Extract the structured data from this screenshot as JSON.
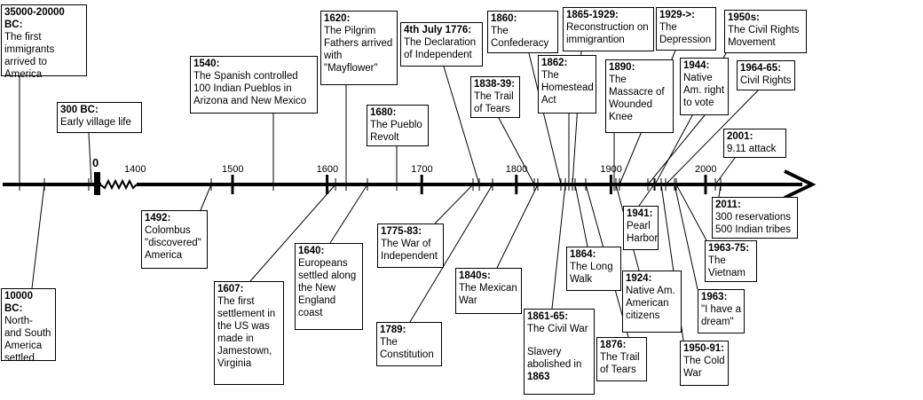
{
  "axis": {
    "zero_label": "0",
    "year_labels": [
      "1400",
      "1500",
      "1600",
      "1700",
      "1800",
      "1900",
      "2000"
    ]
  },
  "events": [
    {
      "id": "e35000",
      "date": "35000-20000 BC:",
      "text": "The first immigrants arrived to America"
    },
    {
      "id": "e10000",
      "date": "10000 BC:",
      "text": "North- and South America settled"
    },
    {
      "id": "e300bc",
      "date": "300 BC:",
      "text": "Early village life"
    },
    {
      "id": "e1492",
      "date": "1492:",
      "text": "Colombus \"discovered\" America"
    },
    {
      "id": "e1540",
      "date": "1540:",
      "text": "The Spanish controlled 100 Indian Pueblos in Arizona and New Mexico"
    },
    {
      "id": "e1607",
      "date": "1607:",
      "text": "The first settlement in the US was made in Jamestown, Virginia"
    },
    {
      "id": "e1620",
      "date": "1620:",
      "text": "The Pilgrim Fathers arrived with \"Mayflower\""
    },
    {
      "id": "e1640",
      "date": "1640:",
      "text": "Europeans settled along the New England coast"
    },
    {
      "id": "e1680",
      "date": "1680:",
      "text": "The Pueblo Revolt"
    },
    {
      "id": "e1776",
      "date": "4th July 1776:",
      "text": "The Declaration of Independent"
    },
    {
      "id": "e1775",
      "date": "1775-83:",
      "text": "The War of Independent"
    },
    {
      "id": "e1789",
      "date": "1789:",
      "text": "The Constitution"
    },
    {
      "id": "e1838",
      "date": "1838-39:",
      "text": "The Trail of Tears"
    },
    {
      "id": "e1840",
      "date": "1840s:",
      "text": "The Mexican War"
    },
    {
      "id": "e1860",
      "date": "1860:",
      "text": "The Confederacy"
    },
    {
      "id": "e1861",
      "date": "1861-65:",
      "text": "The Civil War",
      "extra": "Slavery abolished in",
      "extra_bold": "1863"
    },
    {
      "id": "e1862",
      "date": "1862:",
      "text": "The Homestead Act"
    },
    {
      "id": "e1864",
      "date": "1864:",
      "text": "The Long Walk"
    },
    {
      "id": "e1865",
      "date": "1865-1929:",
      "text": "Reconstruction on immigrantion"
    },
    {
      "id": "e1876",
      "date": "1876:",
      "text": "The Trail of Tears"
    },
    {
      "id": "e1890",
      "date": "1890:",
      "text": "The Massacre of Wounded Knee"
    },
    {
      "id": "e1924",
      "date": "1924:",
      "text": "Native Am. American citizens"
    },
    {
      "id": "e1929",
      "date": "1929->:",
      "text": "The Depression"
    },
    {
      "id": "e1941",
      "date": "1941:",
      "text": "Pearl Harbor"
    },
    {
      "id": "e1944",
      "date": "1944:",
      "text": "Native Am. right to vote"
    },
    {
      "id": "e1950s",
      "date": "1950s:",
      "text": "The Civil Rights Movement"
    },
    {
      "id": "e1950",
      "date": "1950-91:",
      "text": "The Cold War"
    },
    {
      "id": "e1963",
      "date": "1963:",
      "text": "\"I have a dream\""
    },
    {
      "id": "e1963b",
      "date": "1963-75:",
      "text": "The Vietnam"
    },
    {
      "id": "e1964",
      "date": "1964-65:",
      "text": "Civil Rights"
    },
    {
      "id": "e2001",
      "date": "2001:",
      "text": "9.11 attack"
    },
    {
      "id": "e2011",
      "date": "2011:",
      "text": "300 reservations 500 Indian tribes"
    }
  ]
}
